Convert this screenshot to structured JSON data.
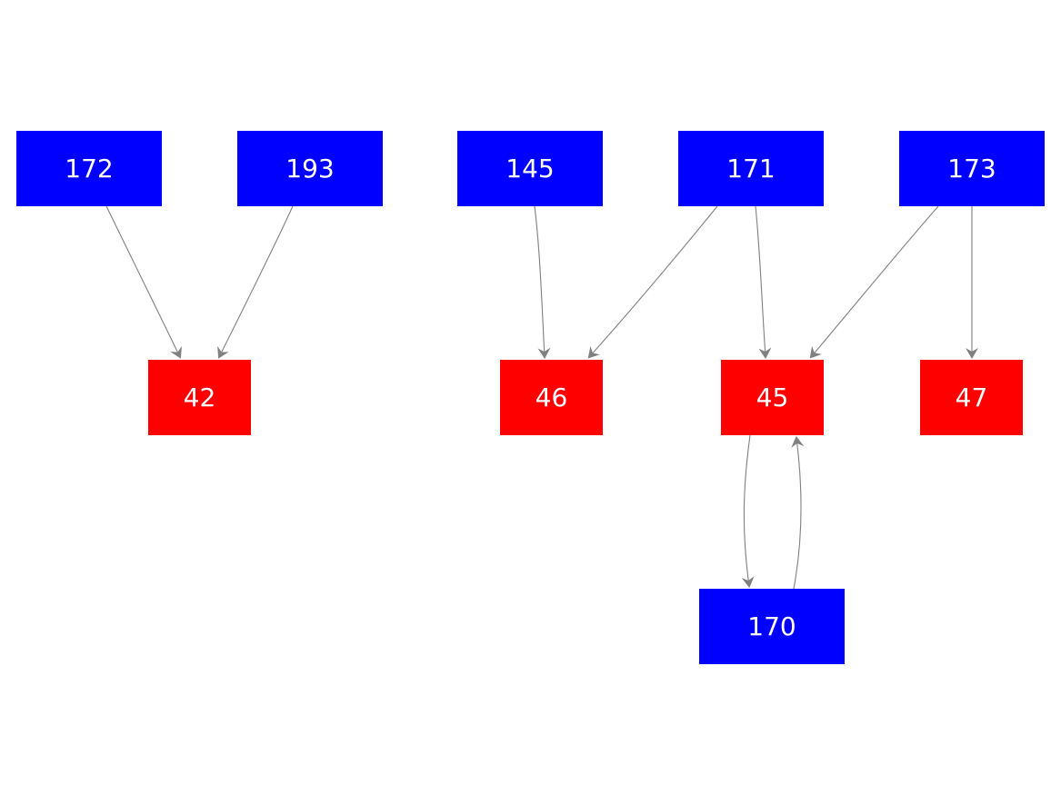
{
  "colors": {
    "source_node": "#0000ff",
    "target_node": "#ff0000",
    "edge": "#808080",
    "label": "#ffffff",
    "background": "#ffffff"
  },
  "nodes": [
    {
      "id": "172",
      "label": "172",
      "kind": "source"
    },
    {
      "id": "193",
      "label": "193",
      "kind": "source"
    },
    {
      "id": "145",
      "label": "145",
      "kind": "source"
    },
    {
      "id": "171",
      "label": "171",
      "kind": "source"
    },
    {
      "id": "173",
      "label": "173",
      "kind": "source"
    },
    {
      "id": "42",
      "label": "42",
      "kind": "target"
    },
    {
      "id": "46",
      "label": "46",
      "kind": "target"
    },
    {
      "id": "45",
      "label": "45",
      "kind": "target"
    },
    {
      "id": "47",
      "label": "47",
      "kind": "target"
    },
    {
      "id": "170",
      "label": "170",
      "kind": "source"
    }
  ],
  "edges": [
    {
      "from": "172",
      "to": "42"
    },
    {
      "from": "193",
      "to": "42"
    },
    {
      "from": "145",
      "to": "46"
    },
    {
      "from": "171",
      "to": "46"
    },
    {
      "from": "171",
      "to": "45"
    },
    {
      "from": "173",
      "to": "45"
    },
    {
      "from": "173",
      "to": "47"
    },
    {
      "from": "45",
      "to": "170"
    },
    {
      "from": "170",
      "to": "45"
    }
  ]
}
